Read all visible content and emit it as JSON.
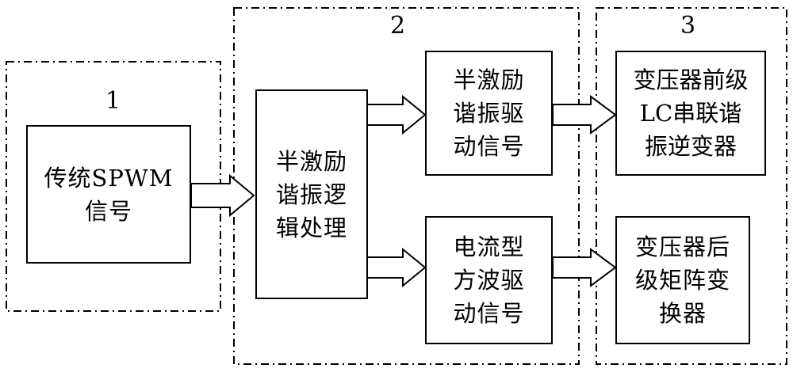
{
  "groups": [
    {
      "id": "group-1",
      "label": "1"
    },
    {
      "id": "group-2",
      "label": "2"
    },
    {
      "id": "group-3",
      "label": "3"
    }
  ],
  "blocks": {
    "spwm": "传统SPWM\n信号",
    "logic": "半激励\n谐振逻\n辑处理",
    "half_drive": "半激励\n谐振驱\n动信号",
    "square_drive": "电流型\n方波驱\n动信号",
    "lc_inverter": "变压器前级\nLC串联谐\n振逆变器",
    "matrix_converter": "变压器后\n级矩阵变\n换器"
  }
}
